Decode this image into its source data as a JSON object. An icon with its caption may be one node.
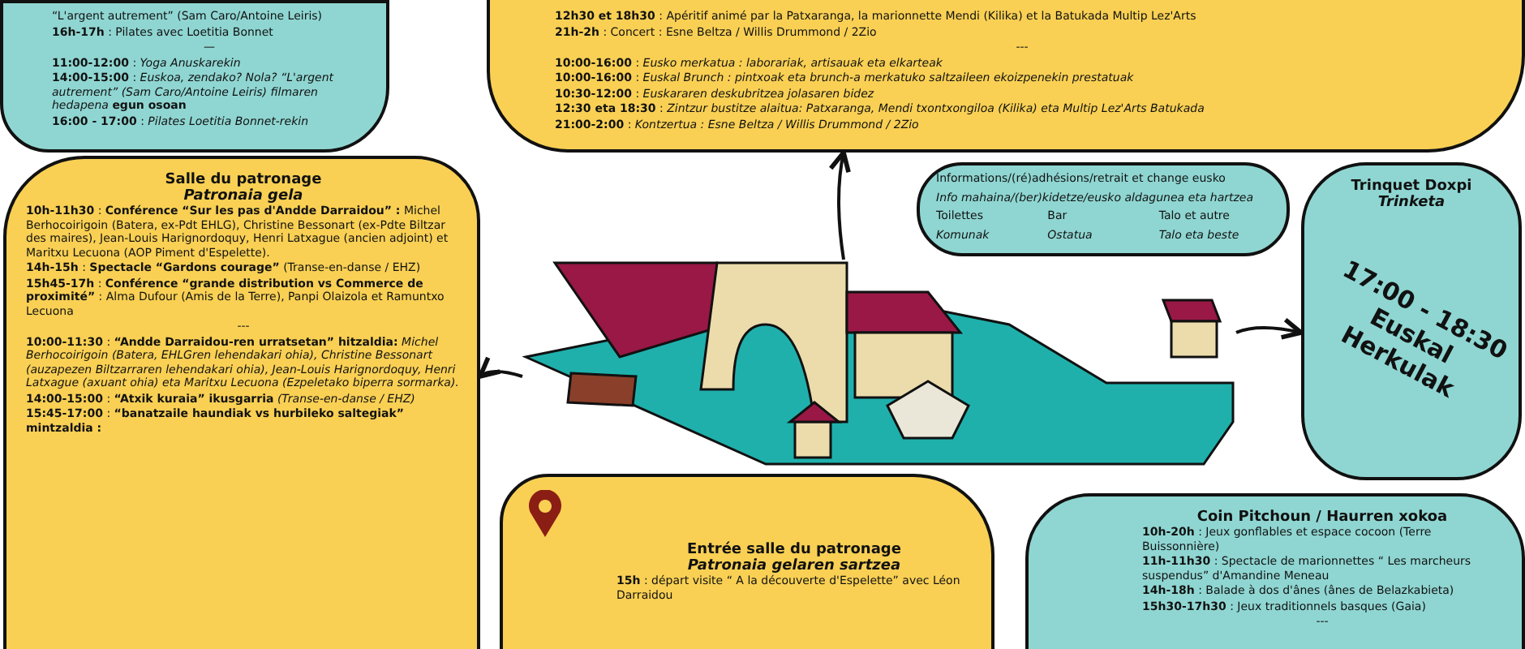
{
  "diagram": {
    "nodes": [
      {
        "text": [
          "“L'argent autrement” (Sam Caro/Antoine Leiris)",
          "**16h-17h** : Pilates avec Loetitia Bonnet",
          "—",
          "**11:00-12:00** : *Yoga Anuskarekin*",
          "**14:00-15:00** : *Euskoa, zendako? Nola? “L'argent autrement” (Sam Caro/Antoine Leiris) filmaren hedapena* **egun osoan**",
          "**16:00 - 17:00** : *Pilates Loetitia Bonnet-rekin*"
        ]
      },
      {
        "text": [
          "**12h30 et 18h30** : Apéritif animé par la Patxaranga, la marionnette Mendi (Kilika) et la Batukada Multip Lez'Arts",
          "**21h-2h** : Concert : Esne Beltza / Willis Drummond / 2Zio",
          "---",
          "**10:00-16:00** : *Eusko merkatua : laborariak, artisauak eta elkarteak*",
          "**10:00-16:00** : *Euskal Brunch : pintxoak eta brunch-a merkatuko saltzaileen ekoizpenekin prestatuak*",
          "**10:30-12:00** : *Euskararen deskubritzea jolasaren bidez*",
          "**12:30 eta 18:30** : *Zintzur bustitze alaitua: Patxaranga, Mendi txontxongiloa (Kilika) eta Multip Lez'Arts Batukada*",
          "**21:00-2:00** : *Kontzertua : Esne Beltza / Willis Drummond / 2Zio*"
        ]
      },
      {
        "text": [
          "Salle du patronage",
          "Patronaia gela",
          "**10h-11h30** : **Conférence “Sur les pas d'Andde Darraidou” :** Michel Berhocoirigoin (Batera, ex-Pdt EHLG), Christine Bessonart (ex-Pdte Biltzar des maires), Jean-Louis Harignordoquy, Henri Latxague (ancien adjoint) et Maritxu Lecuona (AOP Piment d'Espelette).",
          "**14h-15h** : **Spectacle “Gardons courage”** (Transe-en-danse / EHZ)",
          "**15h45-17h** : **Conférence “grande distribution vs Commerce de proximité”** : Alma Dufour (Amis de la Terre), Panpi Olaizola et Ramuntxo Lecuona",
          "---",
          "**10:00-11:30** : **“Andde Darraidou-ren urratsetan” hitzaldia:** *Michel Berhocoirigoin (Batera, EHLGren lehendakari ohia), Christine Bessonart (auzapezen Biltzarraren lehendakari ohia), Jean-Louis Harignordoquy, Henri Latxague (axuant ohia) eta Maritxu Lecuona (Ezpeletako biperra sormarka).*",
          "**14:00-15:00** : **“Atxik kuraia” ikusgarria** *(Transe-en-danse / EHZ)*",
          "**15:45-17:00** : **“banatzaile haundiak vs hurbileko saltegiak” mintzaldia :**"
        ]
      },
      {
        "text": [],
        "shape": "picture"
      },
      {
        "text": [
          "Informations/(ré)adhésions/retrait et change eusko",
          "Info mahaina/(ber)kidetze/eusko aldagunea eta hartzea",
          "Toilettes",
          "Komunak",
          "Bar",
          "Ostatua",
          "Talo et autre",
          "Talo eta beste"
        ]
      },
      {
        "text": [
          "Trinquet Doxpi",
          "Trinketa",
          "17:00 - 18:30 Euskal Herkulak"
        ]
      },
      {
        "text": [
          "Entrée salle du patronage",
          "Patronaia gelaren sartzea",
          "**15h** : départ visite “ A la découverte d'Espelette” avec Léon Darraidou"
        ]
      },
      {
        "text": [
          "Coin Pitchoun / Haurren xokoa",
          "**10h-20h** : Jeux gonflables et espace cocoon (Terre Buissonnière)",
          "**11h-11h30** : Spectacle de marionnettes “ Les marcheurs suspendus” d'Amandine Meneau",
          "**14h-18h** : Balade à dos d'ânes (ânes de Belazkabieta)",
          "**15h30-17h30** : Jeux traditionnels basques (Gaia)",
          "---"
        ]
      }
    ],
    "edges": [
      {
        "from": 3,
        "to": 1,
        "arrow": "to"
      },
      {
        "from": 3,
        "to": 2,
        "arrow": "to"
      },
      {
        "from": 3,
        "to": 5,
        "arrow": "to"
      }
    ]
  }
}
